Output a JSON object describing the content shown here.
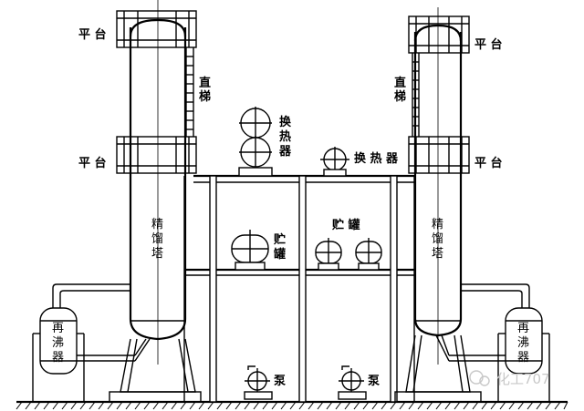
{
  "labels": {
    "platform_top_left": "平 台",
    "platform_mid_left": "平 台",
    "platform_top_right": "平 台",
    "platform_mid_right": "平 台",
    "ladder_left": [
      "直",
      "梯"
    ],
    "ladder_right": [
      "直",
      "梯"
    ],
    "column_left": [
      "精",
      "馏",
      "塔"
    ],
    "column_right": [
      "精",
      "馏",
      "塔"
    ],
    "heat_exchanger_stacked": [
      "换",
      "热",
      "器"
    ],
    "heat_exchanger_horizontal": "换 热 器",
    "tank_left": [
      "贮",
      "罐"
    ],
    "tank_pair": "贮 罐",
    "reboiler_left": [
      "再",
      "沸",
      "器"
    ],
    "reboiler_right": [
      "再",
      "沸",
      "器"
    ],
    "pump_left": "泵",
    "pump_right": "泵"
  },
  "watermark": "化工707"
}
